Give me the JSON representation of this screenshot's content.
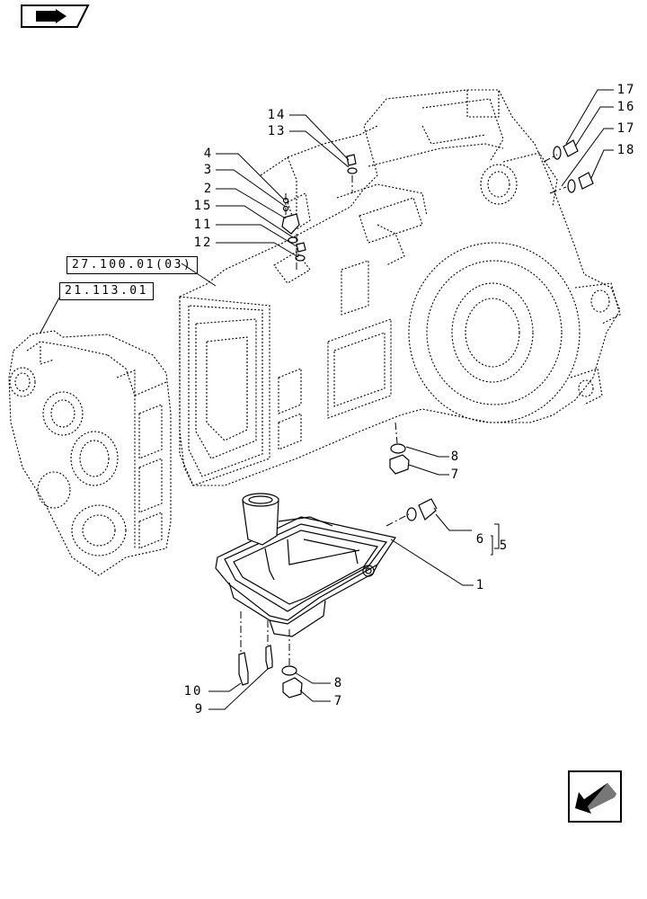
{
  "nav": {
    "top_icon": "book-arrow-icon",
    "bottom_icon": "next-page-arrow-icon"
  },
  "references": {
    "ref_left": "21.113.01",
    "ref_top": "27.100.01(03)"
  },
  "callouts": {
    "c1": "1",
    "c2": "2",
    "c3": "3",
    "c4": "4",
    "c5": "5",
    "c6": "6",
    "c7a": "7",
    "c7b": "7",
    "c8a": "8",
    "c8b": "8",
    "c9": "9",
    "c10": "10",
    "c11": "11",
    "c12": "12",
    "c13": "13",
    "c14": "14",
    "c15": "15",
    "c16": "16",
    "c17a": "17",
    "c17b": "17",
    "c18": "18"
  }
}
